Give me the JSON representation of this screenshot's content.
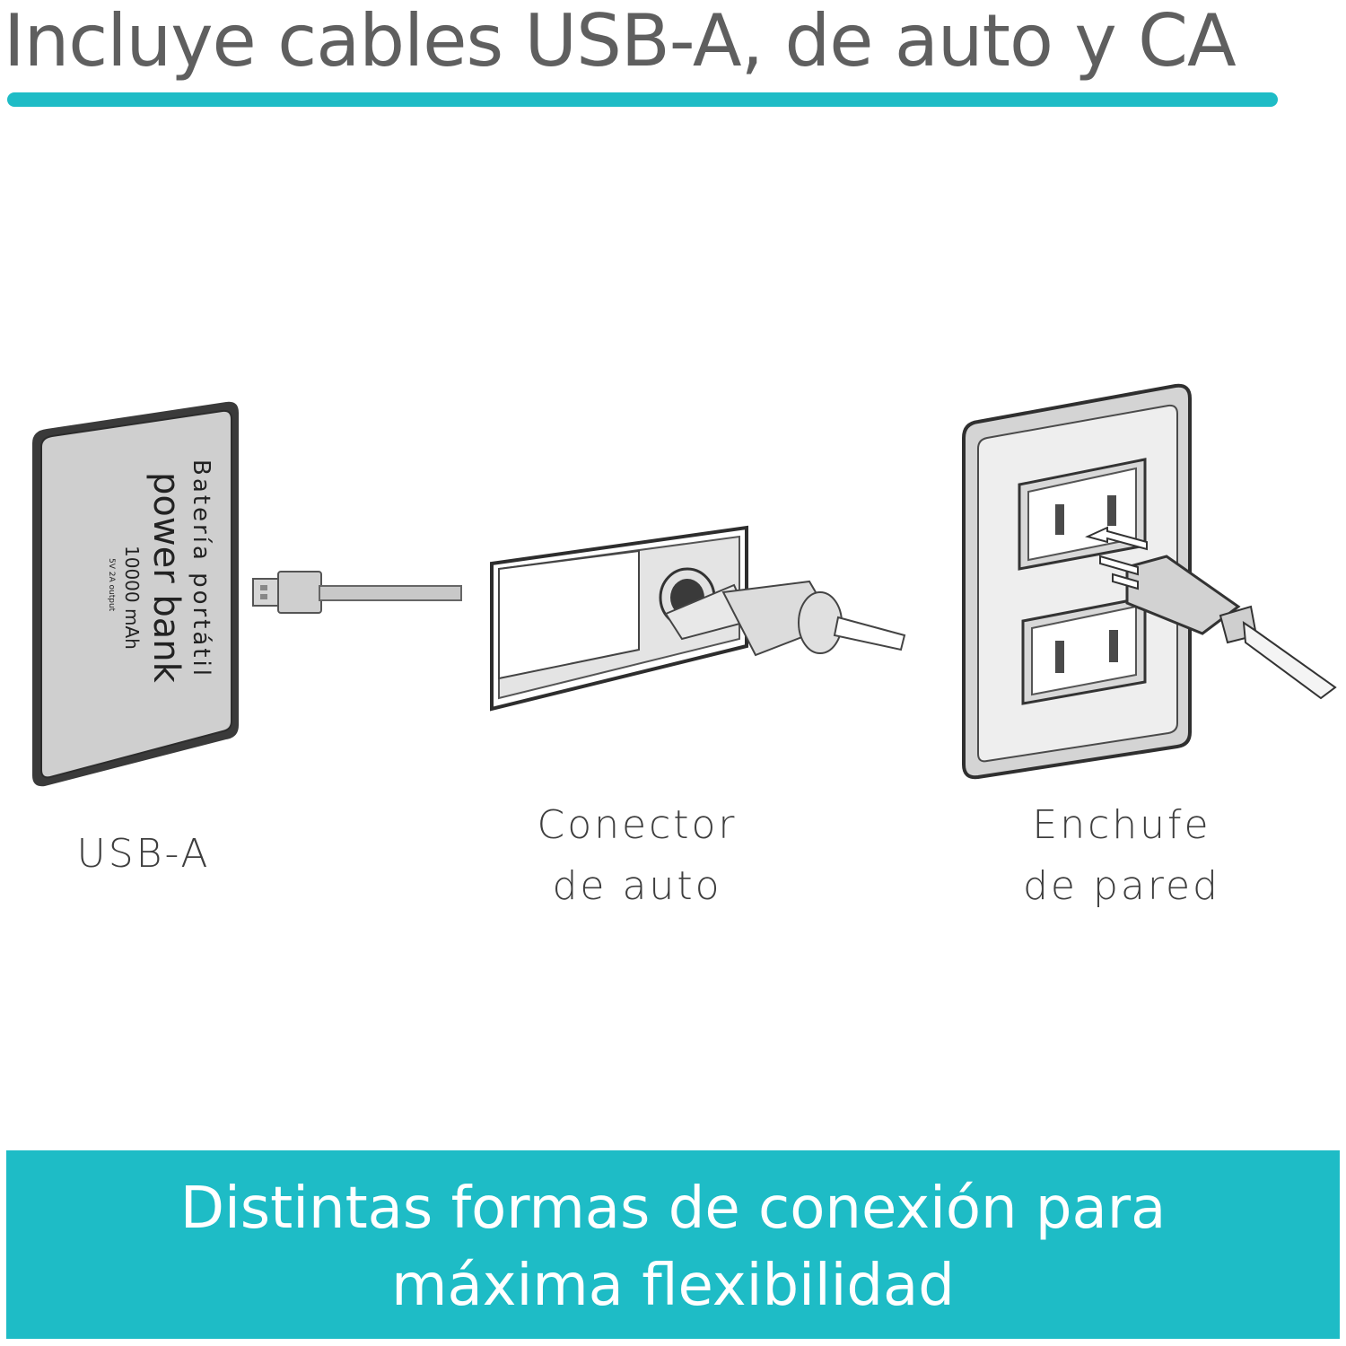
{
  "header": {
    "title": "Incluye cables USB-A, de auto y CA"
  },
  "colors": {
    "accent": "#1ebcc6",
    "title_text": "#5f5f5f",
    "banner_text": "#ffffff"
  },
  "illustrations": {
    "power_bank": {
      "label_line1": "Batería portátil",
      "label_line2": "power bank",
      "capacity": "10000 mAh",
      "output": "5V 2A output"
    }
  },
  "captions": {
    "usb": {
      "line1": "USB-A"
    },
    "car": {
      "line1": "Conector",
      "line2": "de auto"
    },
    "wall": {
      "line1": "Enchufe",
      "line2": "de pared"
    }
  },
  "banner": {
    "line1": "Distintas formas de conexión para",
    "line2": "máxima flexibilidad"
  }
}
